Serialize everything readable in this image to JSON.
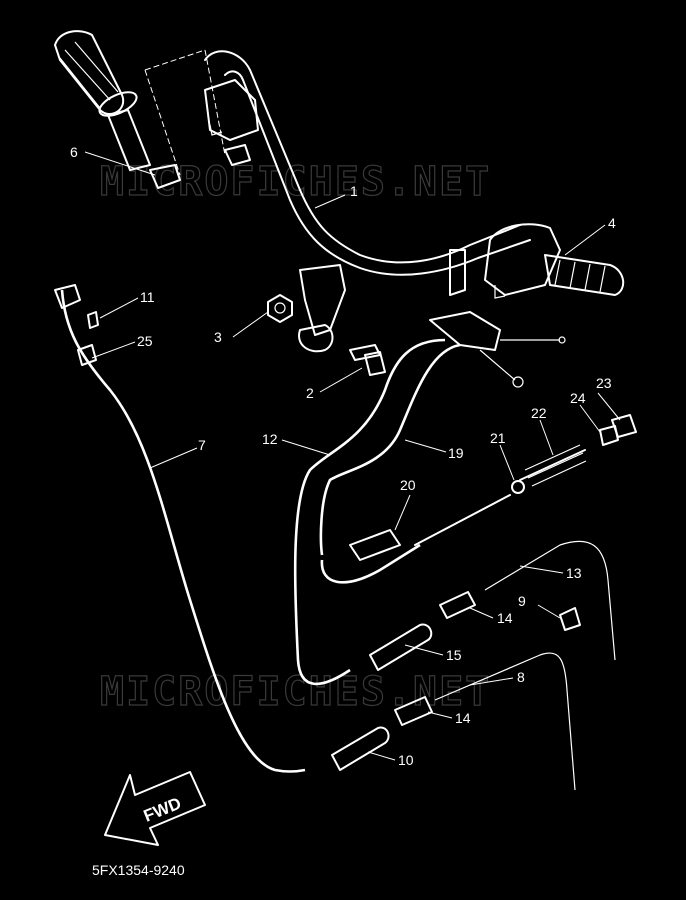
{
  "diagram": {
    "code": "5FX1354-9240",
    "watermark": "MICROFICHES.NET",
    "fwd_label": "FWD",
    "callouts": [
      {
        "id": "c6",
        "text": "6"
      },
      {
        "id": "c1",
        "text": "1"
      },
      {
        "id": "c4",
        "text": "4"
      },
      {
        "id": "c11",
        "text": "11"
      },
      {
        "id": "c25",
        "text": "25"
      },
      {
        "id": "c3",
        "text": "3"
      },
      {
        "id": "c2",
        "text": "2"
      },
      {
        "id": "c23",
        "text": "23"
      },
      {
        "id": "c24",
        "text": "24"
      },
      {
        "id": "c22",
        "text": "22"
      },
      {
        "id": "c21",
        "text": "21"
      },
      {
        "id": "c12",
        "text": "12"
      },
      {
        "id": "c19",
        "text": "19"
      },
      {
        "id": "c7",
        "text": "7"
      },
      {
        "id": "c20",
        "text": "20"
      },
      {
        "id": "c13",
        "text": "13"
      },
      {
        "id": "c9",
        "text": "9"
      },
      {
        "id": "c14a",
        "text": "14"
      },
      {
        "id": "c15",
        "text": "15"
      },
      {
        "id": "c8",
        "text": "8"
      },
      {
        "id": "c14b",
        "text": "14"
      },
      {
        "id": "c10",
        "text": "10"
      }
    ]
  }
}
